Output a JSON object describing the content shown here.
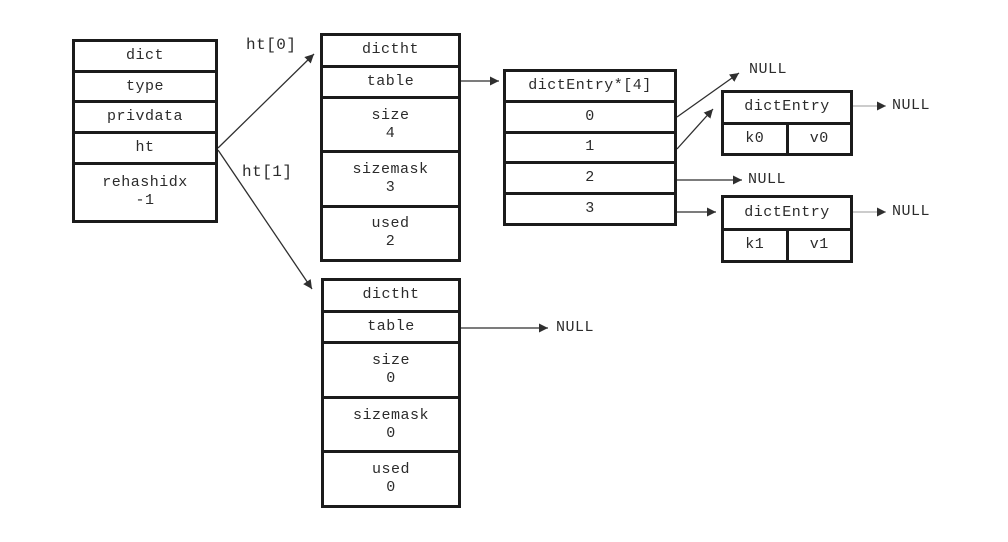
{
  "dict_box": {
    "rows": [
      {
        "label": "dict"
      },
      {
        "label": "type"
      },
      {
        "label": "privdata"
      },
      {
        "label": "ht"
      },
      {
        "label": "rehashidx",
        "value": "-1"
      }
    ]
  },
  "pointer_labels": {
    "ht0": "ht[0]",
    "ht1": "ht[1]"
  },
  "hash_table_0": {
    "title": "dictht",
    "rows": [
      {
        "label": "table"
      },
      {
        "label": "size",
        "value": "4"
      },
      {
        "label": "sizemask",
        "value": "3"
      },
      {
        "label": "used",
        "value": "2"
      }
    ]
  },
  "bucket_array": {
    "title": "dictEntry*[4]",
    "slots": [
      "0",
      "1",
      "2",
      "3"
    ]
  },
  "entry_0": {
    "title": "dictEntry",
    "key": "k0",
    "value": "v0"
  },
  "entry_1": {
    "title": "dictEntry",
    "key": "k1",
    "value": "v1"
  },
  "hash_table_1": {
    "title": "dictht",
    "rows": [
      {
        "label": "table"
      },
      {
        "label": "size",
        "value": "0"
      },
      {
        "label": "sizemask",
        "value": "0"
      },
      {
        "label": "used",
        "value": "0"
      }
    ]
  },
  "nulls": {
    "slot0_target": "NULL",
    "slot2_target": "NULL",
    "entry0_next": "NULL",
    "entry1_next": "NULL",
    "ht1_table_target": "NULL"
  },
  "colors": {
    "background": "#ffffff",
    "border": "#1b1b1b",
    "text": "#2b2b2b",
    "line": "#2f2f2f",
    "faint_line": "#9a9a9a"
  }
}
